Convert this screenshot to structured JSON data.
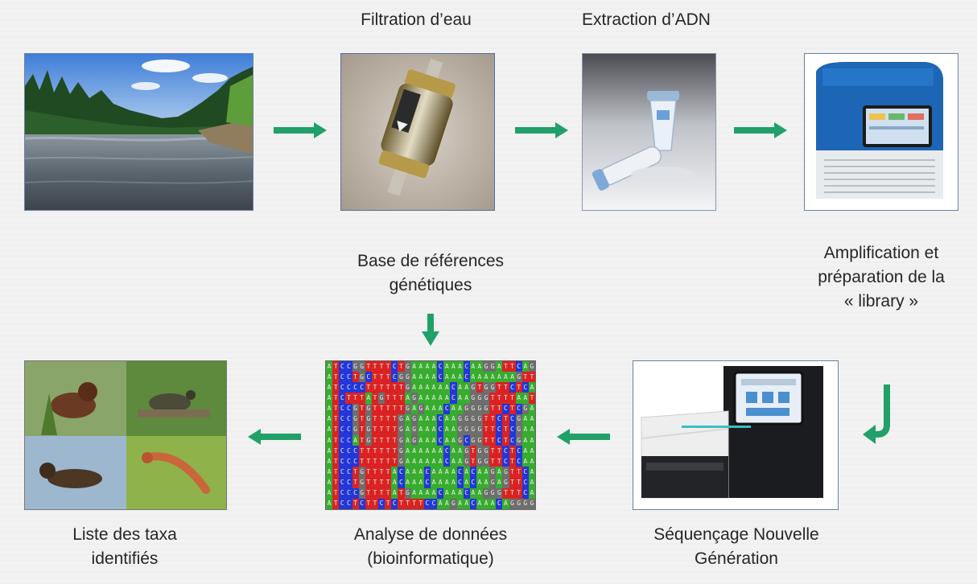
{
  "labels": {
    "filtration": "Filtration d’eau",
    "extraction": "Extraction d’ADN",
    "reference_db": [
      "Base de références",
      "génétiques"
    ],
    "amplification": [
      "Amplification et",
      "préparation de la",
      "« library »"
    ],
    "sequencing": [
      "Séquençage Nouvelle",
      "Génération"
    ],
    "analysis": [
      "Analyse de données",
      "(bioinformatique)"
    ],
    "taxa": [
      "Liste des taxa",
      "identifiés"
    ]
  },
  "images": {
    "river": "river-photo",
    "filter": "filter-capsule-photo",
    "extraction": "extraction-tubes-photo",
    "thermocycler": "thermocycler-photo",
    "sequencer": "sequencer-photo",
    "dna": "dna-alignment",
    "taxa": "species-photos"
  },
  "dna_rows": [
    "ATCCGGTTTTCTGAAAACAAACAAGGATTCAGAAA",
    "ATCCTGCTTTCGGAAAACAAACAAAAAAAGTTCAG",
    "ATCCCCTTTTTTGAAAAAACAAGTGGTTCTCAAAC",
    "ATCTTTATGTTTAGAAAAACAAGGGTTTTAATTTA",
    "ATCCGTGTTTTTGAGAAACAAGGGGTTCTCGAACT",
    "ATCCGTGTTTTGAGAAACAAGGGGTTCTCGAACT",
    "ATCCGTGTTTTGAGAAACAAGGGGTTCTCGAACT",
    "ATCCATGTTTTGAGAAACAAGCGGTTCTCGAACT",
    "ATCCCTTTTTTGAAAAAACAAGTGGTTCTCAAACT",
    "ATCCCTTTTTTGAAAAAACAAGTGGTTCTCAAACT",
    "ATCCTGTTTTACAAACAAAACACAAGAGTTCACAA",
    "ATCCTGTTTTACAAACAAAACACAAGAGTTCACAA",
    "ATCCCGTTTTATGAAAACAAACAAGGGTTTCAGAA",
    "ATCCTCTTCTCTTTTCCAAGAACAAACAGGGGTTC"
  ],
  "colors": {
    "arrow": "#21a06a",
    "panel_border": "#5a6f9a",
    "background": "#f1f2f1"
  },
  "icons": [
    "arrow-right-icon",
    "arrow-left-icon",
    "arrow-down-icon",
    "hook-arrow-icon"
  ]
}
